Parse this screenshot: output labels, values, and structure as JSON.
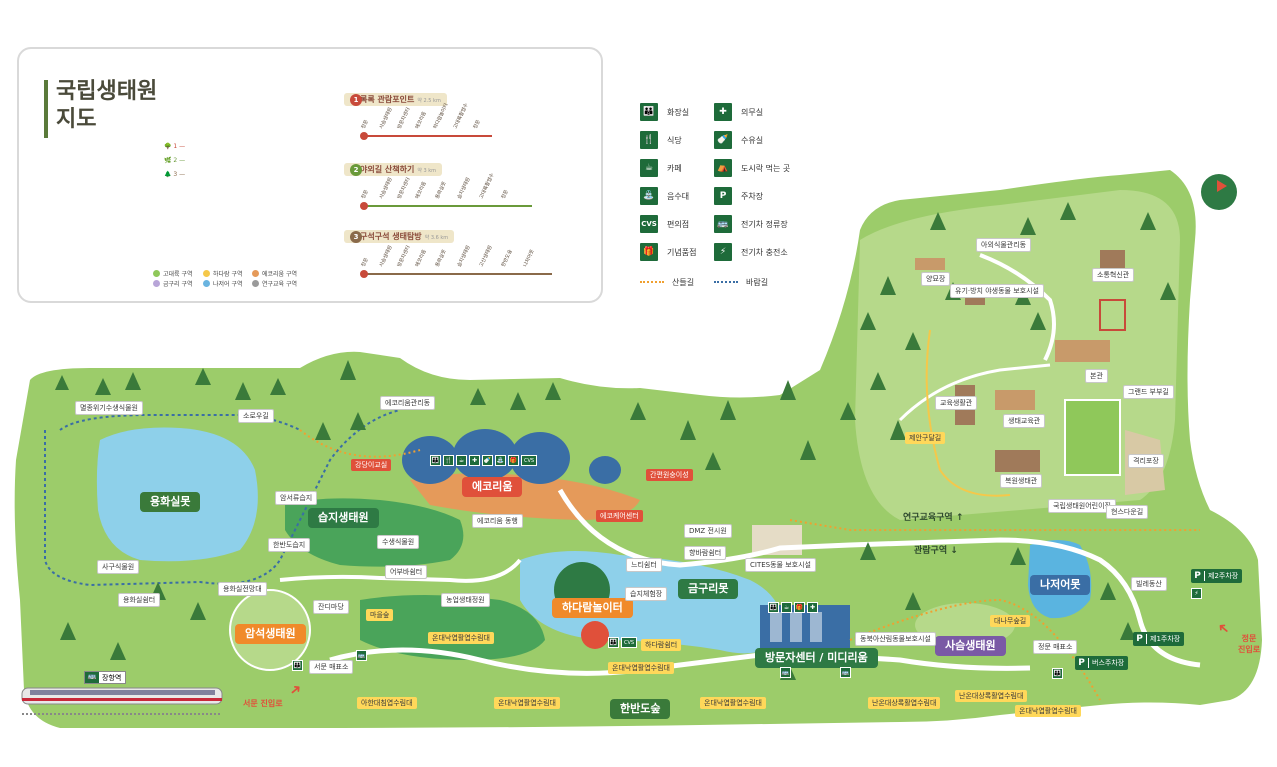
{
  "title": {
    "line1": "국립생태원",
    "line2": "지도"
  },
  "zone_legend": [
    {
      "label": "고대륙 구역",
      "color": "#8fc85a"
    },
    {
      "label": "하다람 구역",
      "color": "#f5c84a"
    },
    {
      "label": "에코리움 구역",
      "color": "#e59a5a"
    },
    {
      "label": "금구리 구역",
      "color": "#b8a5d8"
    },
    {
      "label": "나저어 구역",
      "color": "#6ab4e0"
    },
    {
      "label": "연구교육 구역",
      "color": "#9a9a9a"
    }
  ],
  "mini_map_route_markers": [
    "1",
    "2",
    "3"
  ],
  "courses": [
    {
      "num": "1",
      "title": "록록 관람포인트",
      "length": "약 2.5 km",
      "color": "#c84a3a",
      "stops": [
        "정문",
        "사슴생태원",
        "방문자센터",
        "에코리움",
        "하다람놀이터",
        "고대륙활엽수",
        "정문"
      ]
    },
    {
      "num": "2",
      "title": "야외길 산책하기",
      "length": "약 3 km",
      "color": "#6a9a3a",
      "stops": [
        "정문",
        "사슴생태원",
        "방문자센터",
        "에코리움",
        "용화실못",
        "습지생태원",
        "고대륙활엽수",
        "정문"
      ]
    },
    {
      "num": "3",
      "title": "구석구석 생태탐방",
      "length": "약 3.6 km",
      "color": "#8a6a4a",
      "stops": [
        "정문",
        "사슴생태원",
        "방문자센터",
        "에코리움",
        "용화실못",
        "습지생태원",
        "고산생태원",
        "한반도숲",
        "나저어못"
      ]
    }
  ],
  "facilities": [
    {
      "icon": "👪",
      "label": "화장실"
    },
    {
      "icon": "✚",
      "label": "의무실"
    },
    {
      "icon": "🍴",
      "label": "식당"
    },
    {
      "icon": "🍼",
      "label": "수유실"
    },
    {
      "icon": "☕",
      "label": "카페"
    },
    {
      "icon": "⛺",
      "label": "도시락 먹는 곳"
    },
    {
      "icon": "⛲",
      "label": "음수대"
    },
    {
      "icon": "P",
      "label": "주차장"
    },
    {
      "icon": "CVS",
      "label": "편의점"
    },
    {
      "icon": "🚌",
      "label": "전기차 정류장"
    },
    {
      "icon": "🎁",
      "label": "기념품점"
    },
    {
      "icon": "⚡",
      "label": "전기차 충전소"
    }
  ],
  "paths": [
    {
      "label": "산들길",
      "color": "#f0a030"
    },
    {
      "label": "바람길",
      "color": "#3a6ea5"
    }
  ],
  "map": {
    "yonghwa_pond": "용화실못",
    "wetland": "습지생태원",
    "ecorium": "에코리움",
    "kids": "하다람놀이터",
    "geumguri": "금구리못",
    "visitor": "방문자센터 / 미디리움",
    "deer": "사슴생태원",
    "najeo": "나저어못",
    "rock": "암석생태원",
    "korean_forest": "한반도숲",
    "research_zone": "연구교육구역",
    "viewing_zone": "관람구역",
    "labels": {
      "endangered": "멸종위기수생식물원",
      "sorugil": "소로우길",
      "ecorium_mgmt": "에코리움관리동",
      "lecture": "강당이교실",
      "drinking": "간편원숭이성",
      "ecocare": "에코케어센터",
      "eco_dongsan": "에코리움 동행",
      "wetland_obs": "암서류습지",
      "peninsula_wetland": "한반도습지",
      "aquatic": "수생식물원",
      "riverside": "어부바쉼터",
      "desert": "사구식물원",
      "yonghwa_shelter": "용화실쉼터",
      "yonghwa_viewing": "용화실전망대",
      "grass_yard": "잔디마당",
      "farm": "농업생태정원",
      "village": "마을숲",
      "temperate": "온대낙엽활엽수림대",
      "dmz": "DMZ 전시원",
      "ginkgo": "향바람쉼터",
      "cites": "CITES동물 보호시설",
      "sneakers": "느티쉼터",
      "wetland_exp": "습지체험장",
      "kids_rest": "하다람쉼터",
      "temperate2": "온대낙엽활엽수림대",
      "east_plants": "동북아산림동물보호시설",
      "warm_forest": "난온대상록활엽수림대",
      "warm_forest2": "난온대상록활엽수림대",
      "high_mtn": "대나무숲길",
      "neighbor": "빌레동산",
      "parking2": "제2주차장",
      "parking1": "제1주차장",
      "bus": "버스주차장",
      "west_shop": "서문 매표소",
      "main_shop": "정문 매표소",
      "summit": "아외식물관리동",
      "mohwa": "양묘장",
      "genetic": "유기·방치 야생동물 보호시설",
      "soso": "소통혁신관",
      "ground": "그랜드 부부길",
      "main": "본관",
      "edu": "교육생활관",
      "edu2": "생태교육관",
      "field": "제안구달길",
      "restore": "복원생태관",
      "gate_area": "국립생태원어린이집",
      "stone": "현스다운길",
      "kids_field": "격리포장",
      "hanbando_temperate": "아한대침엽수림대",
      "temperate3": "온대낙엽활엽수림대",
      "station": "장항역"
    },
    "west_entrance": "서문 진입로",
    "main_entrance": "정문\n진입로"
  }
}
